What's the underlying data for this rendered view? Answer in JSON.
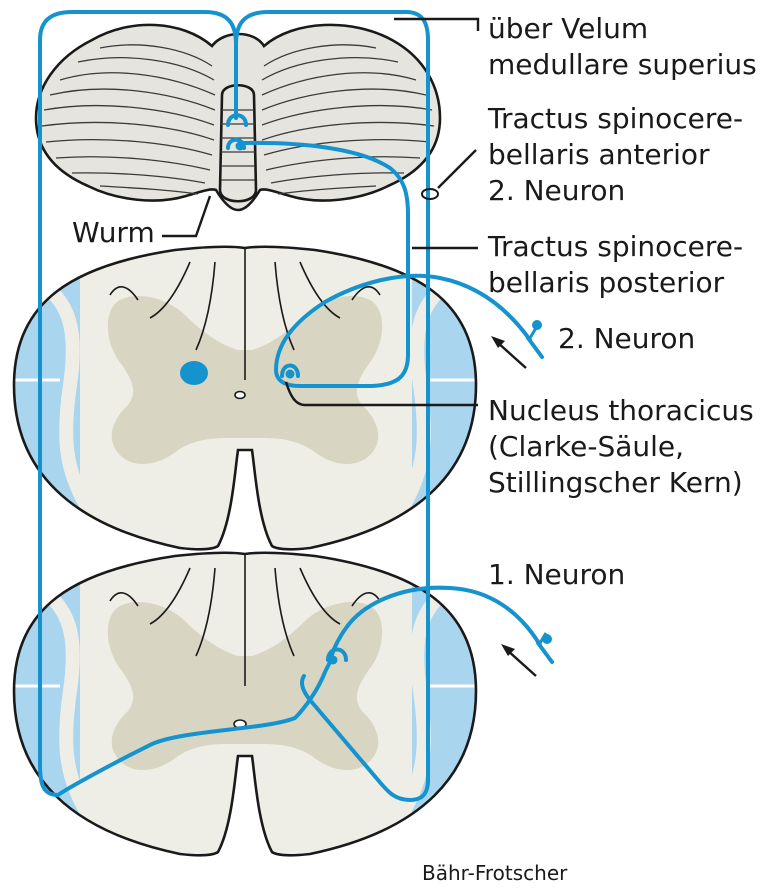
{
  "labels": {
    "velum_line1": "über Velum",
    "velum_line2": "medullare superius",
    "anterior_line1": "Tractus spinocere-",
    "anterior_line2": "bellaris anterior",
    "anterior_line3": "2. Neuron",
    "wurm": "Wurm",
    "posterior_line1": "Tractus spinocere-",
    "posterior_line2": "bellaris posterior",
    "posterior_neuron": "2. Neuron",
    "nucleus_line1": "Nucleus thoracicus",
    "nucleus_line2": "(Clarke-Säule,",
    "nucleus_line3": "Stillingscher Kern)",
    "first_neuron": "1. Neuron"
  },
  "credit": "Bähr-Frotscher",
  "colors": {
    "fiber": "#1593cf",
    "white_matter_tract": "#a9d5ee",
    "gray_matter": "#d8d6c2",
    "white_matter": "#efeee6",
    "cerebellum": "#e6e4de",
    "outline": "#1a1a1a"
  }
}
